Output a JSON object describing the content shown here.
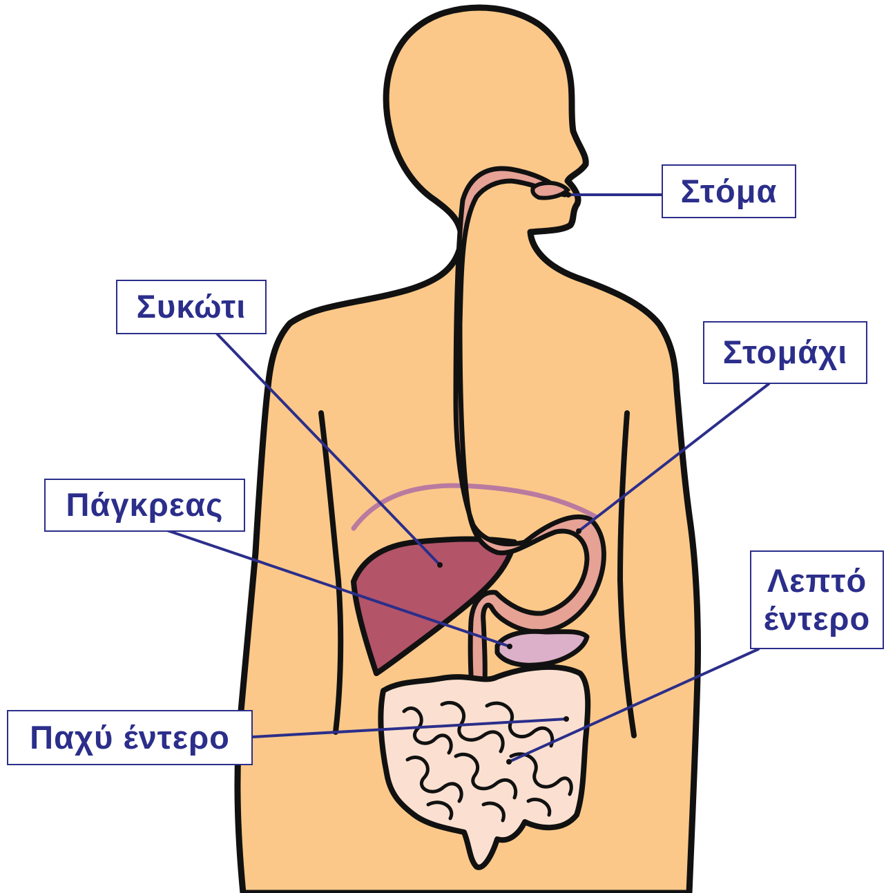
{
  "colors": {
    "skin": "#fbc889",
    "outline": "#111111",
    "digestive_tract": "#e6a295",
    "liver": "#b35469",
    "pancreas": "#dcb0c8",
    "intestine_fill": "#fbe0d1",
    "diaphragm": "#b97aa0",
    "label_text": "#2b2e8a",
    "leader_line": "#2b2e8a"
  },
  "labels": {
    "mouth": "Στόμα",
    "liver": "Συκώτι",
    "stomach": "Στομάχι",
    "pancreas": "Πάγκρεας",
    "small_intestine_line1": "Λεπτό",
    "small_intestine_line2": "έντερο",
    "large_intestine": "Παχύ έντερο"
  }
}
